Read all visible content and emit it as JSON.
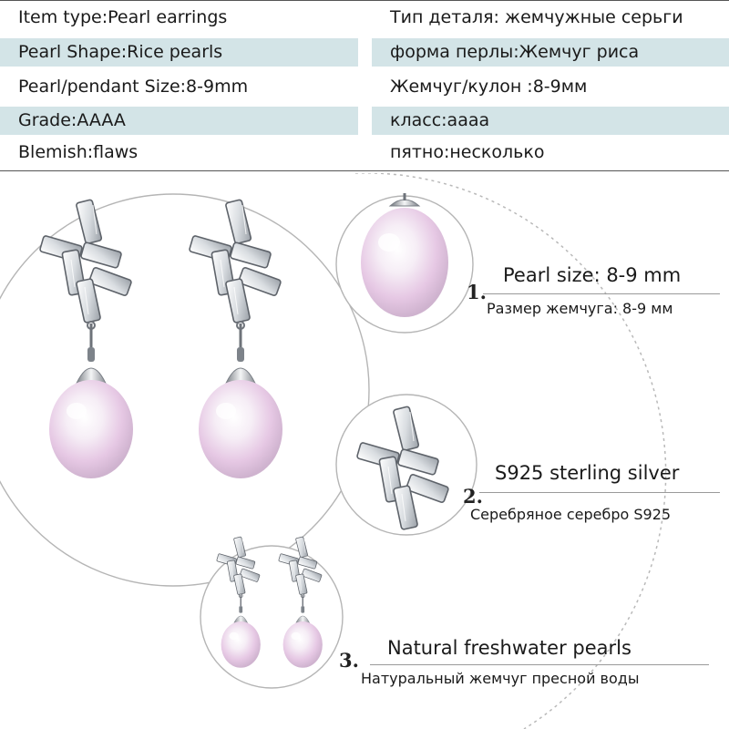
{
  "specs": [
    {
      "en": "Item type:Pearl earrings",
      "ru": "Тип деталя: жемчужные серьги"
    },
    {
      "en": "Pearl Shape:Rice pearls",
      "ru": "форма перлы:Жемчуг риса"
    },
    {
      "en": "Pearl/pendant Size:8-9mm",
      "ru": "Жемчуг/кулон :8-9мм"
    },
    {
      "en": "Grade:AAAA",
      "ru": "класс:aaaa"
    },
    {
      "en": "Blemish:flaws",
      "ru": "пятно:несколько"
    }
  ],
  "features": [
    {
      "number": "1.",
      "title": "Pearl size: 8-9 mm",
      "subtitle": "Размер жемчуга: 8-9 мм"
    },
    {
      "number": "2.",
      "title": "S925 sterling silver",
      "subtitle": "Серебряное серебро S925"
    },
    {
      "number": "3.",
      "title": "Natural freshwater pearls",
      "subtitle": "Натуральный жемчуг пресной воды"
    }
  ],
  "colors": {
    "row_band": "#d3e4e7",
    "rule": "#555555",
    "pearl_tint": "#e6c8e4",
    "silver": "#8a8f96"
  },
  "icons": [
    "zigzag-stud-icon",
    "rice-pearl-icon"
  ]
}
